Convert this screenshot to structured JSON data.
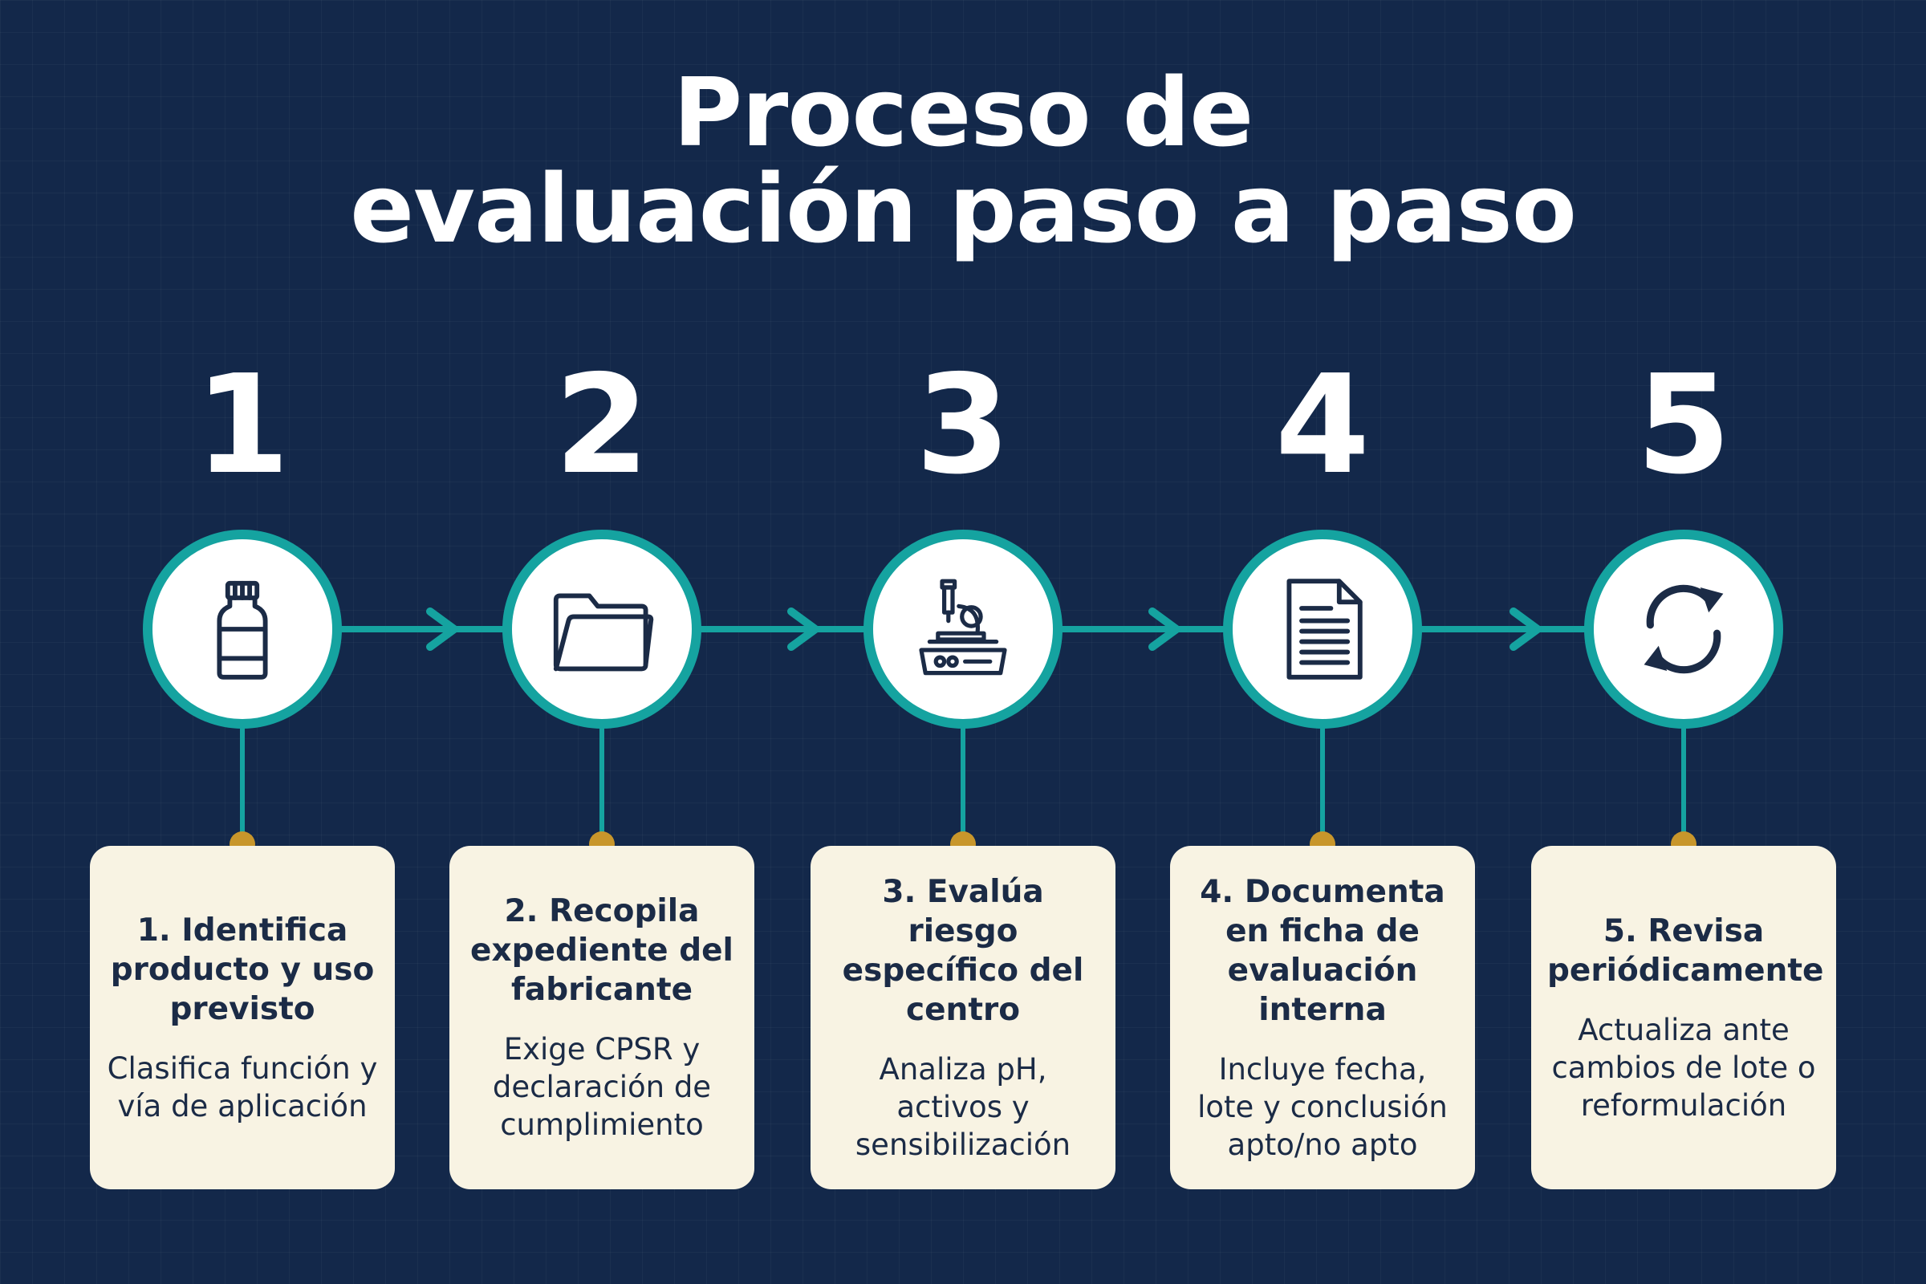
{
  "title": {
    "line1": "Proceso de",
    "line2": "evaluación paso a paso"
  },
  "colors": {
    "background": "#13284a",
    "accent_teal": "#15a3a0",
    "dot_gold": "#c8962b",
    "card": "#f8f3e3",
    "text_dark": "#1b2b46"
  },
  "steps": [
    {
      "number": "1",
      "icon": "bottle-icon",
      "title": "1. Identifica producto y uso previsto",
      "description": "Clasifica función y vía de aplicación"
    },
    {
      "number": "2",
      "icon": "folder-icon",
      "title": "2. Recopila expediente del fabricante",
      "description": "Exige CPSR y declaración de cumplimiento"
    },
    {
      "number": "3",
      "icon": "microscope-icon",
      "title": "3. Evalúa riesgo específico del centro",
      "description": "Analiza pH, activos y sensibilización"
    },
    {
      "number": "4",
      "icon": "document-icon",
      "title": "4. Documenta en ficha de evaluación interna",
      "description": "Incluye fecha, lote y conclusión apto/no apto"
    },
    {
      "number": "5",
      "icon": "refresh-icon",
      "title": "5. Revisa periódicamente",
      "description": "Actualiza ante cambios de lote o reformulación"
    }
  ]
}
